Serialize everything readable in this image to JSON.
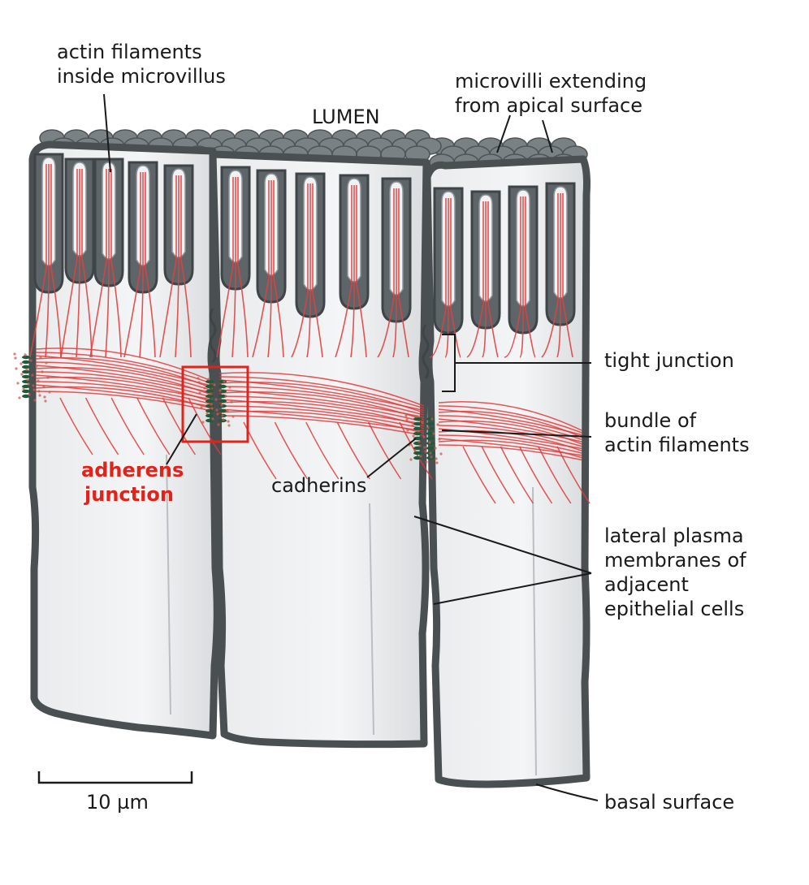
{
  "labels": {
    "actin_filaments_inside": [
      "actin filaments",
      "inside microvillus"
    ],
    "lumen": "LUMEN",
    "microvilli": [
      "microvilli extending",
      "from apical surface"
    ],
    "tight_junction": "tight junction",
    "bundle": [
      "bundle of",
      "actin filaments"
    ],
    "adherens": [
      "adherens",
      "junction"
    ],
    "cadherins": "cadherins",
    "lateral": [
      "lateral plasma",
      "membranes of",
      "adjacent",
      "epithelial cells"
    ],
    "scale": "10 µm",
    "basal": "basal surface"
  },
  "colors": {
    "actin": "#e04040",
    "adherens_label": "#e2231a",
    "membrane": "#4a4f52",
    "cadherin": "#1f5a3a"
  }
}
